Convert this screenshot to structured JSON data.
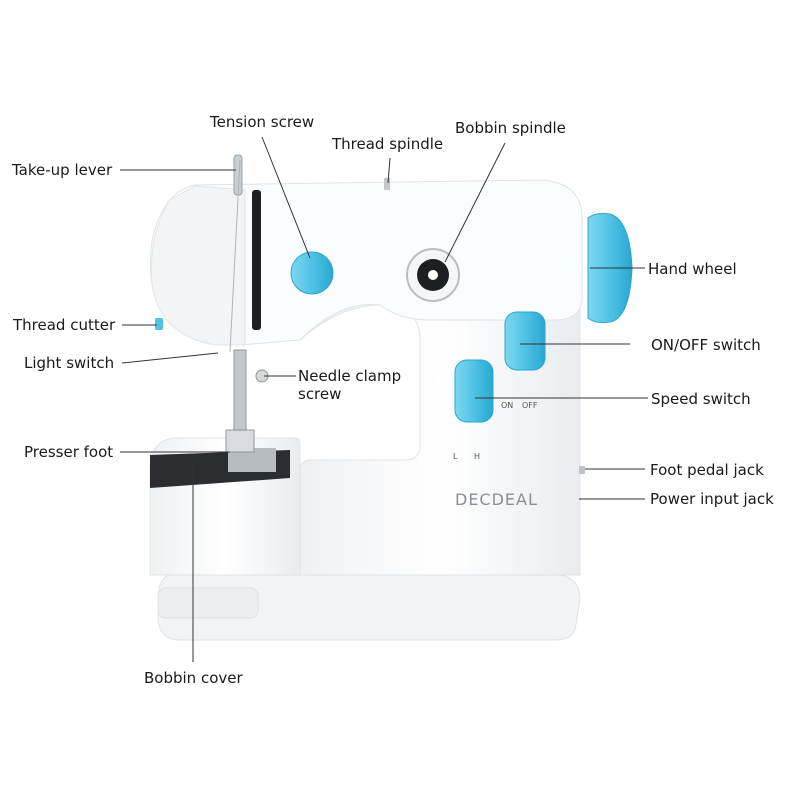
{
  "labels": {
    "tension_screw": "Tension screw",
    "thread_spindle": "Thread spindle",
    "bobbin_spindle": "Bobbin spindle",
    "take_up_lever": "Take-up lever",
    "hand_wheel": "Hand wheel",
    "thread_cutter": "Thread cutter",
    "on_off_switch": "ON/OFF switch",
    "light_switch": "Light switch",
    "needle_clamp_screw": "Needle clamp screw",
    "speed_switch": "Speed switch",
    "presser_foot": "Presser foot",
    "foot_pedal_jack": "Foot pedal jack",
    "power_input_jack": "Power input jack",
    "bobbin_cover": "Bobbin cover"
  },
  "machine": {
    "brand": "DECDEAL",
    "switch_on": "ON",
    "switch_off": "OFF",
    "speed_low": "L",
    "speed_high": "H"
  },
  "colors": {
    "body": "#f7f8f9",
    "shadow": "#e3e6ea",
    "accent": "#4fc3e6",
    "accent_dark": "#2aa7d0",
    "line": "#333333",
    "dark_panel": "#2b2d31"
  }
}
